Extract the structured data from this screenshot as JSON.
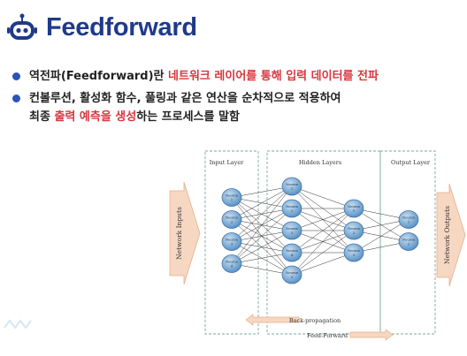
{
  "header": {
    "title": "Feedforward",
    "logo_icon": "robot-face-icon"
  },
  "colors": {
    "title": "#1f3a8a",
    "bullet": "#2b54b8",
    "highlight": "#d9363e",
    "arrow": "#f2c5a6"
  },
  "bullets": [
    {
      "parts": [
        {
          "text": "역전파(Feedforward)란 ",
          "highlight": false
        },
        {
          "text": "네트워크 레이어를 통해 입력 데이터를 전파",
          "highlight": true
        }
      ]
    },
    {
      "parts": [
        {
          "text": "컨볼루션, 활성화 함수, 풀링과 같은 연산을 순차적으로 적용하여",
          "highlight": false
        }
      ]
    },
    {
      "parts": [
        {
          "text": "최종 ",
          "highlight": false
        },
        {
          "text": "출력 예측을 생성",
          "highlight": true
        },
        {
          "text": "하는 프로세스를 말함",
          "highlight": false
        }
      ]
    }
  ],
  "diagram": {
    "input_layer_label": "Input Layer",
    "hidden_layers_label": "Hidden Layers",
    "output_layer_label": "Output Layer",
    "network_inputs_label": "Network Inputs",
    "network_outputs_label": "Network Outputs",
    "back_propagation_label": "Back-propagation",
    "feed_forward_label": "Feed-Forward",
    "neuron_label": "Neuron",
    "layers": [
      {
        "name": "input",
        "neurons": [
          "1",
          "2",
          "3",
          "4"
        ]
      },
      {
        "name": "hidden-1",
        "neurons": [
          "1",
          "2",
          "3",
          "4",
          "5"
        ]
      },
      {
        "name": "hidden-2",
        "neurons": [
          "1",
          "2",
          "3"
        ]
      },
      {
        "name": "output",
        "neurons": [
          "1",
          "2"
        ]
      }
    ]
  }
}
